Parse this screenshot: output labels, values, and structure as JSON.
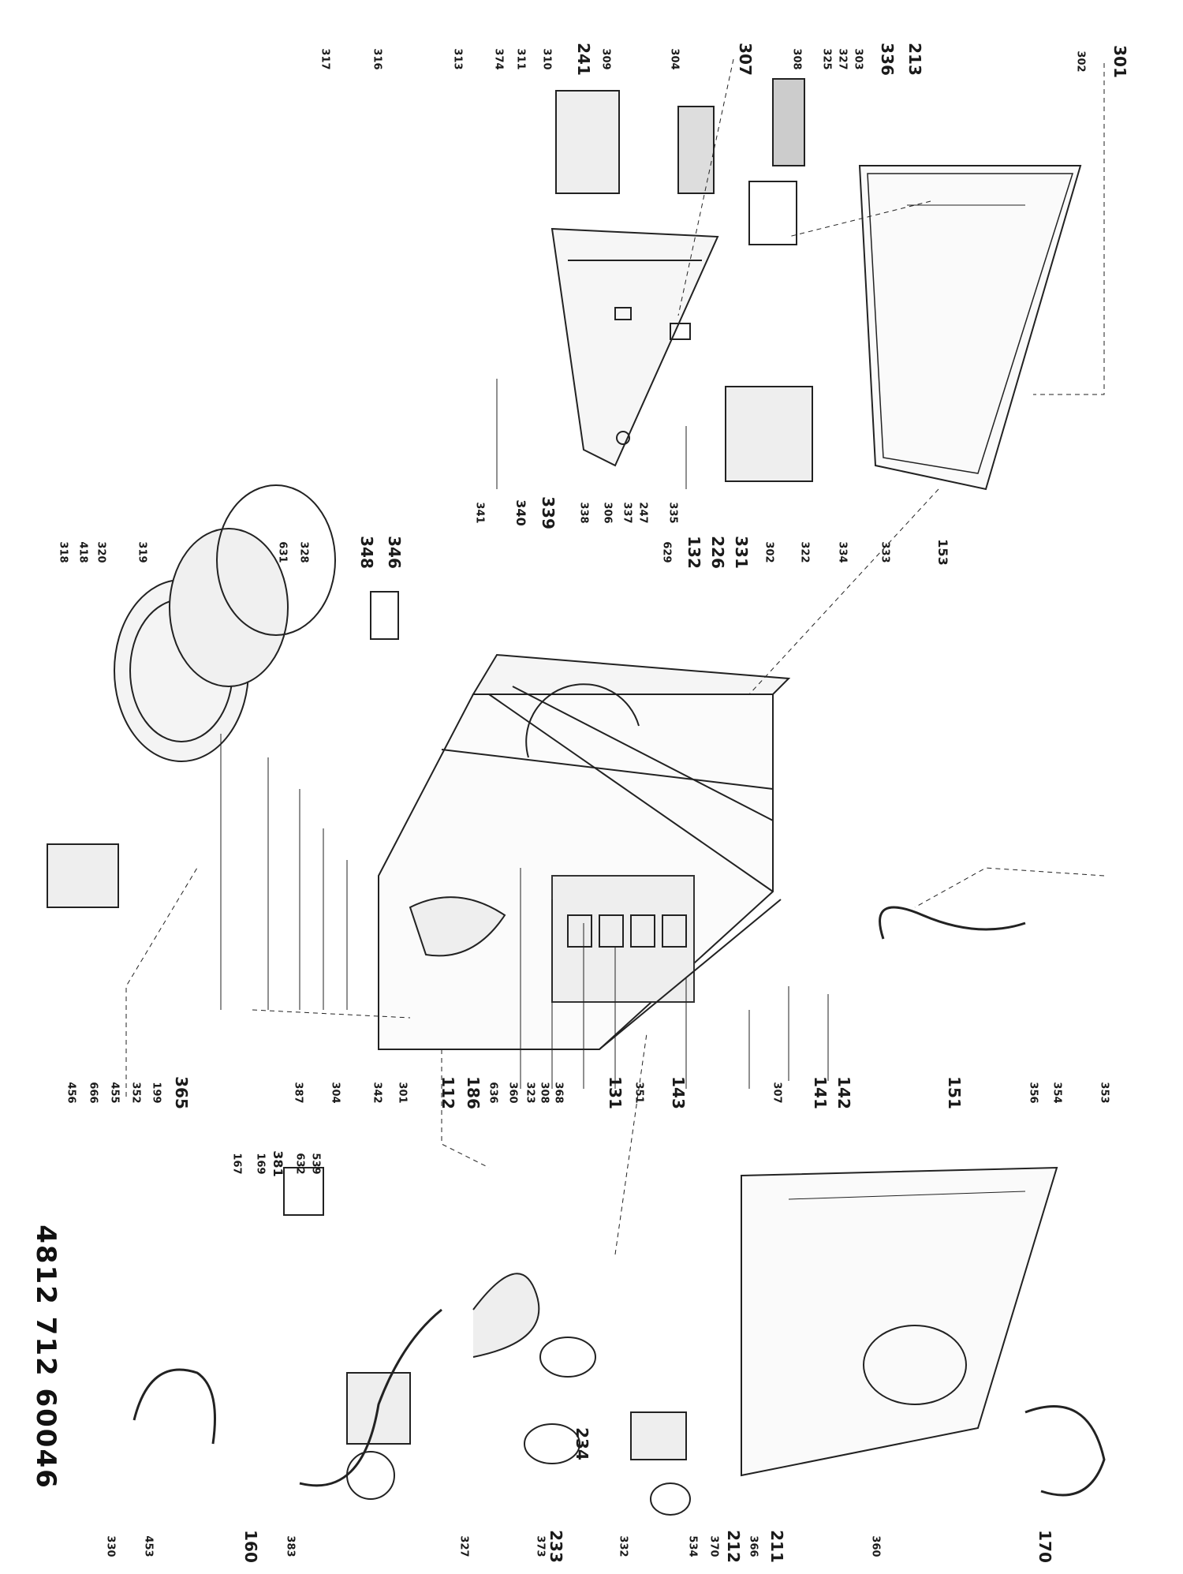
{
  "document_number": "4812 712 60046",
  "part_numbers": {
    "p301": "301",
    "p302": "302",
    "p213": "213",
    "p336": "336",
    "p303": "303",
    "p327": "327",
    "p325": "325",
    "p308": "308",
    "p307": "307",
    "p304": "304",
    "p309": "309",
    "p241": "241",
    "p310": "310",
    "p311": "311",
    "p374": "374",
    "p313": "313",
    "p316": "316",
    "p317": "317",
    "p341": "341",
    "p340": "340",
    "p339": "339",
    "p338": "338",
    "p306": "306",
    "p337": "337",
    "p247": "247",
    "p335": "335",
    "p629": "629",
    "p132": "132",
    "p226": "226",
    "p331": "331",
    "p302b": "302",
    "p322": "322",
    "p334": "334",
    "p333": "333",
    "p153": "153",
    "p346": "346",
    "p348": "348",
    "p328": "328",
    "p631": "631",
    "p319": "319",
    "p320": "320",
    "p418": "418",
    "p318": "318",
    "p456": "456",
    "p666": "666",
    "p455": "455",
    "p352": "352",
    "p199": "199",
    "p365": "365",
    "p387": "387",
    "p304b": "304",
    "p342": "342",
    "p301b": "301",
    "p112": "112",
    "p186": "186",
    "p636": "636",
    "p360": "360",
    "p323": "323",
    "p308b": "308",
    "p368": "368",
    "p131": "131",
    "p351": "351",
    "p143": "143",
    "p307b": "307",
    "p141": "141",
    "p142": "142",
    "p151": "151",
    "p354": "354",
    "p356": "356",
    "p353": "353",
    "p167": "167",
    "p169": "169",
    "p381": "381",
    "p632": "632",
    "p539": "539",
    "p330": "330",
    "p453": "453",
    "p160": "160",
    "p383": "383",
    "p327b": "327",
    "p234": "234",
    "p233": "233",
    "p373": "373",
    "p332": "332",
    "p534": "534",
    "p370": "370",
    "p212": "212",
    "p366": "366",
    "p211": "211",
    "p360b": "360",
    "p170": "170"
  }
}
